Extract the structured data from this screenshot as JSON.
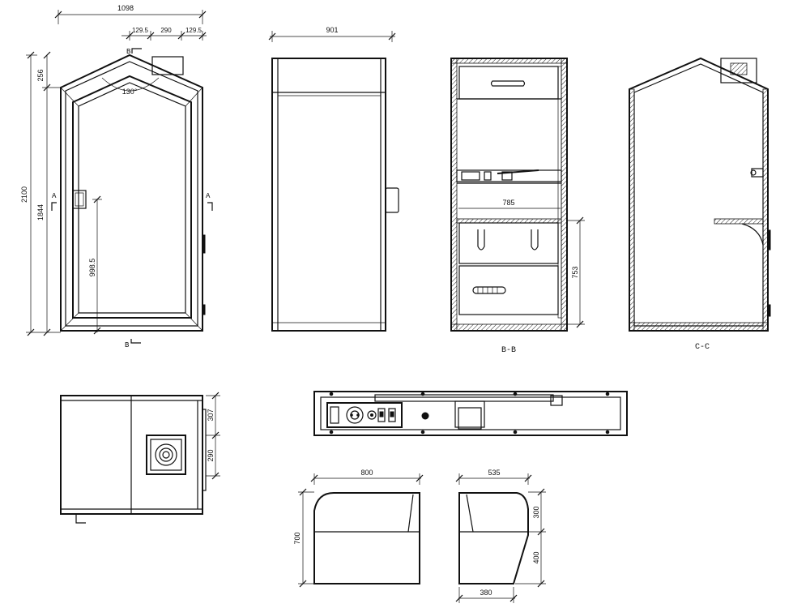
{
  "front_view": {
    "dim_width": "1098",
    "dim_left_offset": "129.5",
    "dim_middle": "290",
    "dim_right_offset": "129.5",
    "dim_total_height": "2100",
    "dim_wall_height": "1844",
    "dim_roof_height": "256",
    "dim_handle_height": "998.5",
    "roof_angle": "130°",
    "section_a_left": "A",
    "section_a_right": "A",
    "section_b_top": "B",
    "section_b_bottom": "B"
  },
  "side_view": {
    "dim_depth": "901"
  },
  "section_bb": {
    "label": "B-B",
    "dim_shelf_width": "785",
    "dim_shelf_height": "753"
  },
  "section_cc": {
    "label": "C-C"
  },
  "top_view": {
    "dim_upper": "307",
    "dim_lower": "290"
  },
  "stool_front": {
    "dim_width": "800",
    "dim_height": "700"
  },
  "stool_side": {
    "dim_top": "535",
    "dim_bottom": "380",
    "dim_upper_height": "300",
    "dim_lower_height": "400"
  }
}
